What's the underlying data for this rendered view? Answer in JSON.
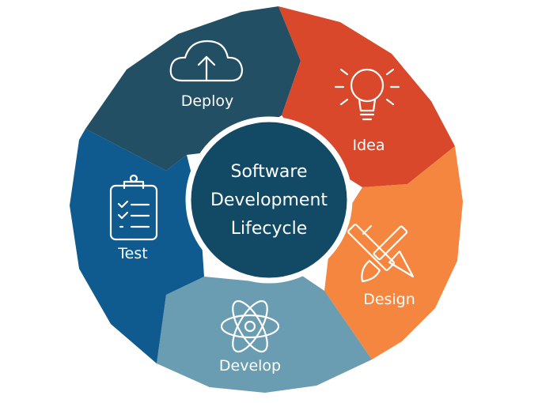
{
  "center": {
    "line1": "Software",
    "line2": "Development",
    "line3": "Lifecycle"
  },
  "segments": [
    {
      "label": "Idea",
      "icon": "lightbulb-icon",
      "color": "#D9482A"
    },
    {
      "label": "Design",
      "icon": "pencil-brush-icon",
      "color": "#F48640"
    },
    {
      "label": "Develop",
      "icon": "atom-icon",
      "color": "#6A9DB1"
    },
    {
      "label": "Test",
      "icon": "clipboard-checklist-icon",
      "color": "#0F5A8E"
    },
    {
      "label": "Deploy",
      "icon": "cloud-upload-icon",
      "color": "#234F64"
    }
  ],
  "center_color": "#124A66"
}
